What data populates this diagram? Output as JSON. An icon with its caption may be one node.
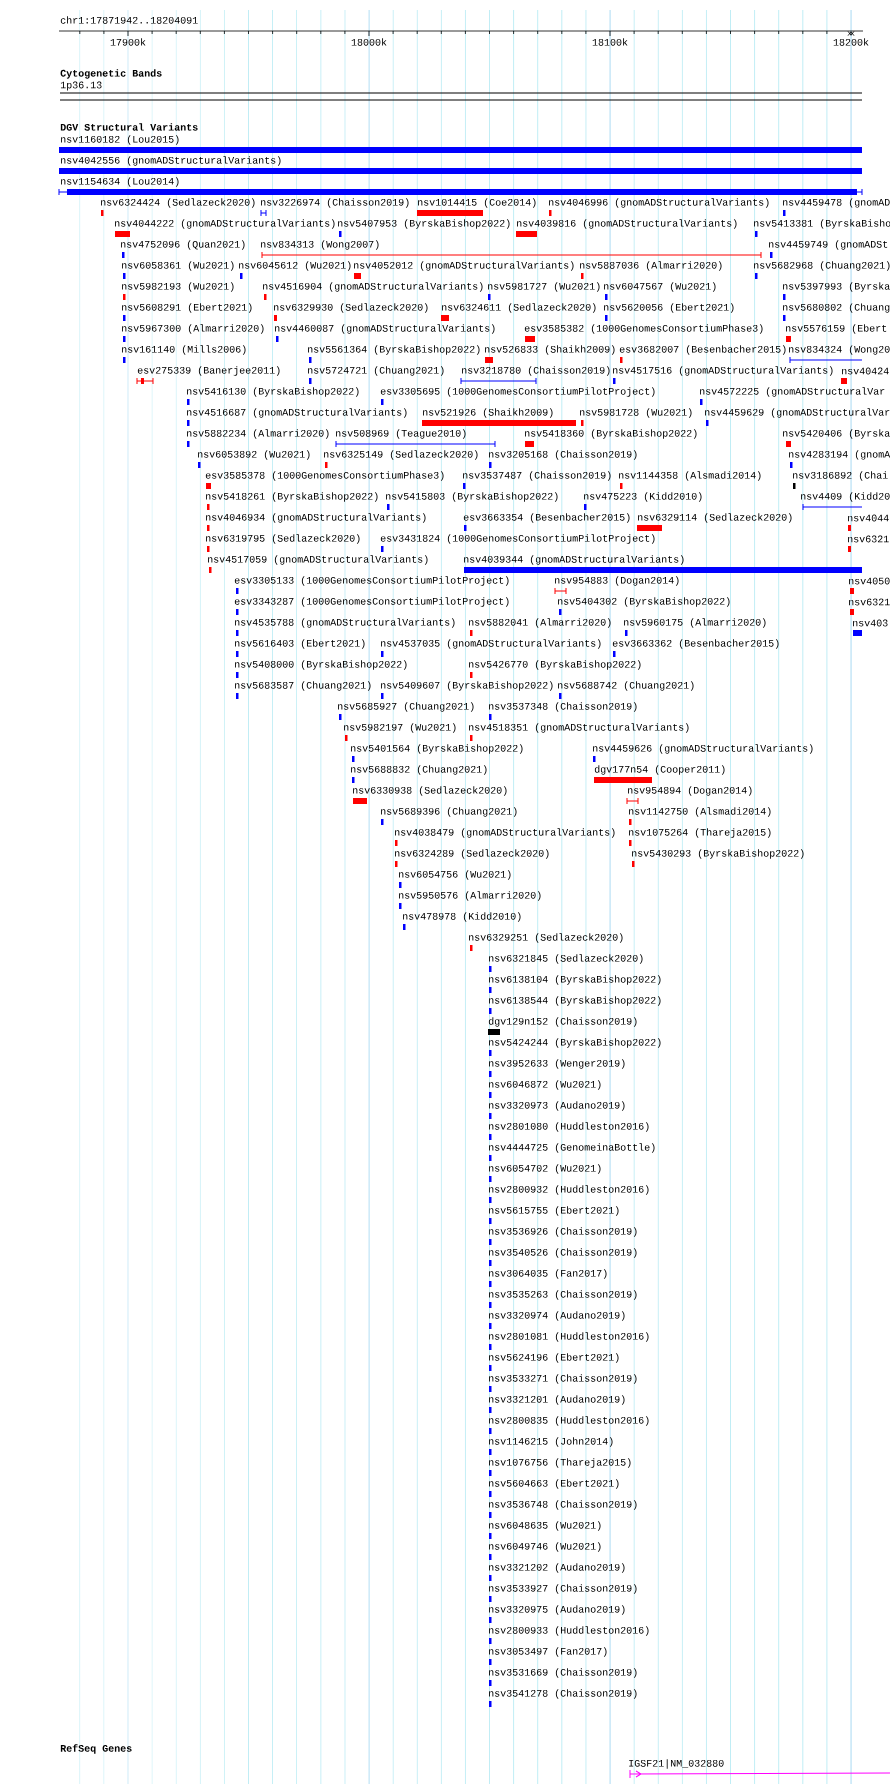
{
  "diagram": {
    "title": "chr1:17871942..18204091",
    "labels": [
      "17900k",
      "18000k",
      "18100k",
      "18200k",
      "Cytogenetic Bands",
      "1p36.13",
      "DGV Structural Variants",
      "nsv1160182 (Lou2015)",
      "nsv4042556 (gnomADStructuralVariants)",
      "nsv1154634 (Lou2014)",
      "nsv6324424 (Sedlazeck2020)",
      "nsv3226974 (Chaisson2019)",
      "nsv1014415 (Coe2014)",
      "nsv4046996 (gnomADStructuralVariants)",
      "nsv4459478 (gnomAD",
      "nsv4044222 (gnomADStructuralVariants)",
      "nsv5407953 (ByrskaBishop2022)",
      "nsv4039816 (gnomADStructuralVariants)",
      "nsv5413381 (ByrskaBisho",
      "nsv4752096 (Quan2021)",
      "nsv834313 (Wong2007)",
      "nsv4459749 (gnomADSt",
      "nsv6058361 (Wu2021)",
      "nsv6045612 (Wu2021)",
      "nsv4052012 (gnomADStructuralVariants)",
      "nsv5887036 (Almarri2020)",
      "nsv5682968 (Chuang2021)",
      "nsv5982193 (Wu2021)",
      "nsv4516904 (gnomADStructuralVariants)",
      "nsv5981727 (Wu2021)",
      "nsv6047567 (Wu2021)",
      "nsv5397993 (Byrska",
      "nsv5608291 (Ebert2021)",
      "nsv6329930 (Sedlazeck2020)",
      "nsv6324611 (Sedlazeck2020)",
      "nsv5620056 (Ebert2021)",
      "nsv5680802 (Chuang",
      "nsv5967300 (Almarri2020)",
      "nsv4460087 (gnomADStructuralVariants)",
      "esv3585382 (1000GenomesConsortiumPhase3)",
      "nsv5576159 (Ebert",
      "nsv161140 (Mills2006)",
      "nsv5561364 (ByrskaBishop2022)",
      "nsv526833 (Shaikh2009)",
      "esv3682007 (Besenbacher2015)",
      "nsv834324 (Wong20",
      "esv275339 (Banerjee2011)",
      "nsv5724721 (Chuang2021)",
      "nsv3218780 (Chaisson2019)",
      "nsv4517516 (gnomADStructuralVariants)",
      "nsv40424",
      "nsv5416130 (ByrskaBishop2022)",
      "esv3305695 (1000GenomesConsortiumPilotProject)",
      "nsv4572225 (gnomADStructuralVar",
      "nsv4516687 (gnomADStructuralVariants)",
      "nsv521926 (Shaikh2009)",
      "nsv5981728 (Wu2021)",
      "nsv4459629 (gnomADStructuralVar",
      "nsv5882234 (Almarri2020)",
      "nsv508969 (Teague2010)",
      "nsv5418360 (ByrskaBishop2022)",
      "nsv5420406 (Byrska",
      "nsv6053892 (Wu2021)",
      "nsv6325149 (Sedlazeck2020)",
      "nsv3205168 (Chaisson2019)",
      "nsv4283194 (gnomA",
      "esv3585378 (1000GenomesConsortiumPhase3)",
      "nsv3537487 (Chaisson2019)",
      "nsv1144358 (Alsmadi2014)",
      "nsv3186892 (Chai",
      "nsv5418261 (ByrskaBishop2022)",
      "nsv5415803 (ByrskaBishop2022)",
      "nsv475223 (Kidd2010)",
      "nsv4409 (Kidd20",
      "nsv4046934 (gnomADStructuralVariants)",
      "esv3663354 (Besenbacher2015)",
      "nsv6329114 (Sedlazeck2020)",
      "nsv4044",
      "nsv6319795 (Sedlazeck2020)",
      "esv3431824 (1000GenomesConsortiumPilotProject)",
      "nsv6321",
      "nsv4517059 (gnomADStructuralVariants)",
      "nsv4039344 (gnomADStructuralVariants)",
      "esv3305133 (1000GenomesConsortiumPilotProject)",
      "nsv954883 (Dogan2014)",
      "nsv4050",
      "esv3343287 (1000GenomesConsortiumPilotProject)",
      "nsv5404302 (ByrskaBishop2022)",
      "nsv6321",
      "nsv4535788 (gnomADStructuralVariants)",
      "nsv5882041 (Almarri2020)",
      "nsv5960175 (Almarri2020)",
      "nsv403",
      "nsv5616403 (Ebert2021)",
      "nsv4537035 (gnomADStructuralVariants)",
      "esv3663362 (Besenbacher2015)",
      "nsv5408000 (ByrskaBishop2022)",
      "nsv5426770 (ByrskaBishop2022)",
      "nsv5683587 (Chuang2021)",
      "nsv5409607 (ByrskaBishop2022)",
      "nsv5688742 (Chuang2021)",
      "nsv5685927 (Chuang2021)",
      "nsv3537348 (Chaisson2019)",
      "nsv5982197 (Wu2021)",
      "nsv4518351 (gnomADStructuralVariants)",
      "nsv5401564 (ByrskaBishop2022)",
      "nsv4459626 (gnomADStructuralVariants)",
      "nsv5688832 (Chuang2021)",
      "dgv177n54 (Cooper2011)",
      "nsv6330938 (Sedlazeck2020)",
      "nsv954894 (Dogan2014)",
      "nsv5689396 (Chuang2021)",
      "nsv1142750 (Alsmadi2014)",
      "nsv4038479 (gnomADStructuralVariants)",
      "nsv1075264 (Thareja2015)",
      "nsv6324289 (Sedlazeck2020)",
      "nsv5430293 (ByrskaBishop2022)",
      "nsv6054756 (Wu2021)",
      "nsv5950576 (Almarri2020)",
      "nsv478978 (Kidd2010)",
      "nsv6329251 (Sedlazeck2020)",
      "nsv6321845 (Sedlazeck2020)",
      "nsv6138104 (ByrskaBishop2022)",
      "nsv6138544 (ByrskaBishop2022)",
      "dgv129n152 (Chaisson2019)",
      "nsv5424244 (ByrskaBishop2022)",
      "nsv3952633 (Wenger2019)",
      "nsv6046872 (Wu2021)",
      "nsv3320973 (Audano2019)",
      "nsv2801080 (Huddleston2016)",
      "nsv4444725 (GenomeinaBottle)",
      "nsv6054702 (Wu2021)",
      "nsv2800932 (Huddleston2016)",
      "nsv5615755 (Ebert2021)",
      "nsv3536926 (Chaisson2019)",
      "nsv3540526 (Chaisson2019)",
      "nsv3064035 (Fan2017)",
      "nsv3535263 (Chaisson2019)",
      "nsv3320974 (Audano2019)",
      "nsv2801081 (Huddleston2016)",
      "nsv5624196 (Ebert2021)",
      "nsv3533271 (Chaisson2019)",
      "nsv3321201 (Audano2019)",
      "nsv2800835 (Huddleston2016)",
      "nsv1146215 (John2014)",
      "nsv1076756 (Thareja2015)",
      "nsv5604663 (Ebert2021)",
      "nsv3536748 (Chaisson2019)",
      "nsv6048635 (Wu2021)",
      "nsv6049746 (Wu2021)",
      "nsv3321202 (Audano2019)",
      "nsv3533927 (Chaisson2019)",
      "nsv3320975 (Audano2019)",
      "nsv2800933 (Huddleston2016)",
      "nsv3053497 (Fan2017)",
      "nsv3531669 (Chaisson2019)",
      "nsv3541278 (Chaisson2019)",
      "RefSeq Genes",
      "IGSF21|NM_032880"
    ]
  }
}
